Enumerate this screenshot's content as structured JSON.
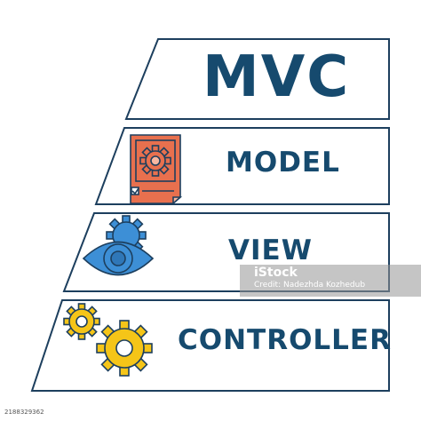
{
  "title": "MVC",
  "rows": [
    {
      "label": "MODEL",
      "icon": "document-gear-icon"
    },
    {
      "label": "VIEW",
      "icon": "eye-gear-icon"
    },
    {
      "label": "CONTROLLER",
      "icon": "double-gear-icon"
    }
  ],
  "watermark": {
    "brand": "iStock",
    "credit": "Credit: Nadezhda Kozhedub"
  },
  "image_id": "2188329362",
  "colors": {
    "text": "#164a6e",
    "outline": "#1d3f5e",
    "document": "#e8704e",
    "eye": "#3d8fd6",
    "gear_blue": "#3d8fd6",
    "gear_yellow": "#f5c518"
  }
}
